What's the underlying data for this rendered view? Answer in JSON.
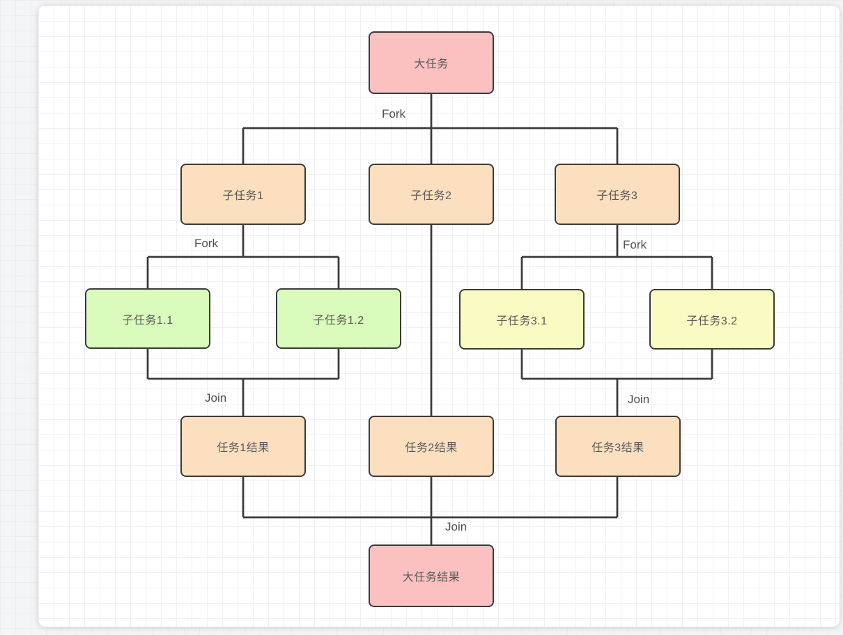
{
  "diagram": {
    "title": "Fork/Join task decomposition flowchart",
    "nodes": [
      {
        "id": "big-task",
        "label": "大任务",
        "color": "pink"
      },
      {
        "id": "subtask-1",
        "label": "子任务1",
        "color": "orange"
      },
      {
        "id": "subtask-2",
        "label": "子任务2",
        "color": "orange"
      },
      {
        "id": "subtask-3",
        "label": "子任务3",
        "color": "orange"
      },
      {
        "id": "subtask-1-1",
        "label": "子任务1.1",
        "color": "green"
      },
      {
        "id": "subtask-1-2",
        "label": "子任务1.2",
        "color": "green"
      },
      {
        "id": "subtask-3-1",
        "label": "子任务3.1",
        "color": "yellow"
      },
      {
        "id": "subtask-3-2",
        "label": "子任务3.2",
        "color": "yellow"
      },
      {
        "id": "result-1",
        "label": "任务1结果",
        "color": "orange"
      },
      {
        "id": "result-2",
        "label": "任务2结果",
        "color": "orange"
      },
      {
        "id": "result-3",
        "label": "任务3结果",
        "color": "orange"
      },
      {
        "id": "big-result",
        "label": "大任务结果",
        "color": "pink"
      }
    ],
    "edge_labels": {
      "fork_top": "Fork",
      "fork_1": "Fork",
      "fork_3": "Fork",
      "join_1": "Join",
      "join_3": "Join",
      "join_bottom": "Join"
    }
  },
  "colors": {
    "pink": "#FBC0C0",
    "orange": "#FBDFBF",
    "green": "#D9FBBB",
    "yellow": "#FAFAC3",
    "line": "#3A3A3A",
    "node_border": "#3A3A3A",
    "node_text": "#595959",
    "label_text": "#4F4F4F"
  }
}
